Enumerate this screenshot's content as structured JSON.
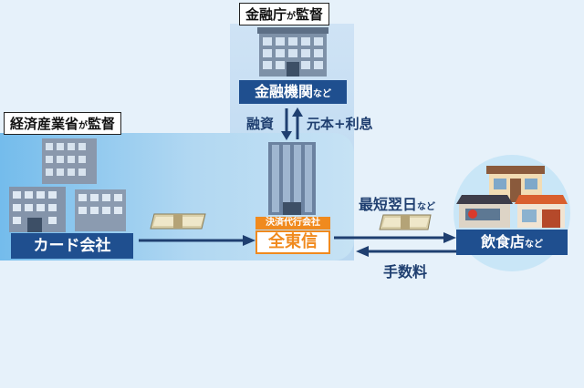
{
  "fsa": {
    "main": "金融庁",
    "particle": "が",
    "tail": "監督"
  },
  "meti": {
    "main": "経済産業省",
    "particle": "が",
    "tail": "監督"
  },
  "bank": {
    "label": "金融機関",
    "suffix": "など"
  },
  "loan": {
    "left": "融資",
    "right": "元本+利息"
  },
  "card": {
    "label": "カード会社"
  },
  "agent": {
    "sub": "決済代行会社",
    "name": "全東信"
  },
  "flow": {
    "fastest_main": "最短翌日",
    "fastest_suffix": "など",
    "fee": "手数料"
  },
  "restaurant": {
    "label": "飲食店",
    "suffix": "など"
  },
  "colors": {
    "navy": "#1f4f8f",
    "orange": "#f08a1e",
    "meti_blue": "#74bcec",
    "fsa_blue": "#b9d7f0"
  }
}
